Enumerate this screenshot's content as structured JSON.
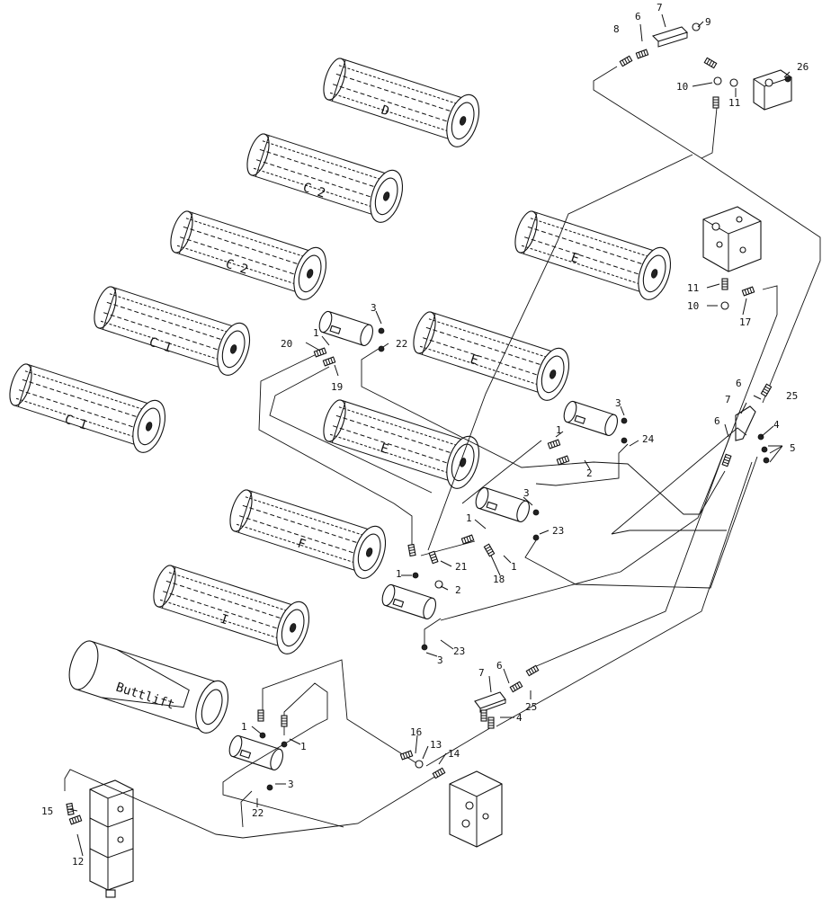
{
  "roller_labels": {
    "d": "D",
    "c2_top": "C 2",
    "c2_mid": "C 2",
    "c1_upper": "C 1",
    "c1_lower": "C 1",
    "e_right": "E",
    "e_mid": "E",
    "e_low": "E",
    "f": "F",
    "i": "I",
    "buttlift": "Buttlift"
  },
  "callouts": {
    "n1": "1",
    "n2": "2",
    "n3": "3",
    "n4": "4",
    "n5": "5",
    "n6": "6",
    "n7": "7",
    "n8": "8",
    "n9": "9",
    "n10": "10",
    "n11": "11",
    "n12": "12",
    "n13": "13",
    "n14": "14",
    "n15": "15",
    "n16": "16",
    "n17": "17",
    "n18": "18",
    "n19": "19",
    "n20": "20",
    "n21": "21",
    "n22": "22",
    "n23": "23",
    "n24": "24",
    "n25": "25",
    "n26": "26"
  }
}
